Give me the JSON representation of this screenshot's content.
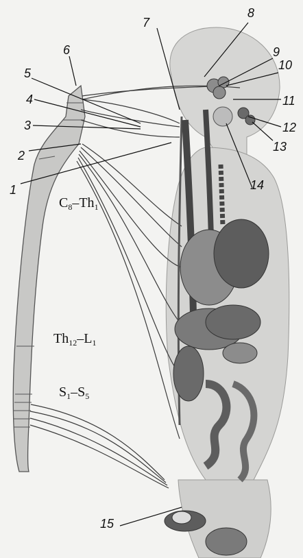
{
  "figure": {
    "callouts": [
      "1",
      "2",
      "3",
      "4",
      "5",
      "6",
      "7",
      "8",
      "9",
      "10",
      "11",
      "12",
      "13",
      "14",
      "15"
    ],
    "segments": {
      "cervicothoracic": {
        "base1": "C",
        "sub1": "8",
        "dash": "–",
        "base2": "Th",
        "sub2": "1"
      },
      "thoracolumbar": {
        "base1": "Th",
        "sub1": "12",
        "dash": "–",
        "base2": "L",
        "sub2": "1"
      },
      "sacral": {
        "base1": "S",
        "sub1": "1",
        "dash": "–",
        "base2": "S",
        "sub2": "5"
      }
    },
    "colors": {
      "body_fill": "#d4d4d2",
      "organ_dark": "#5d5d5d",
      "organ_mid": "#8c8c8c",
      "vessel": "#454545",
      "nerve": "#3a3a3a",
      "spinal_cord": "#c8c8c6"
    }
  }
}
